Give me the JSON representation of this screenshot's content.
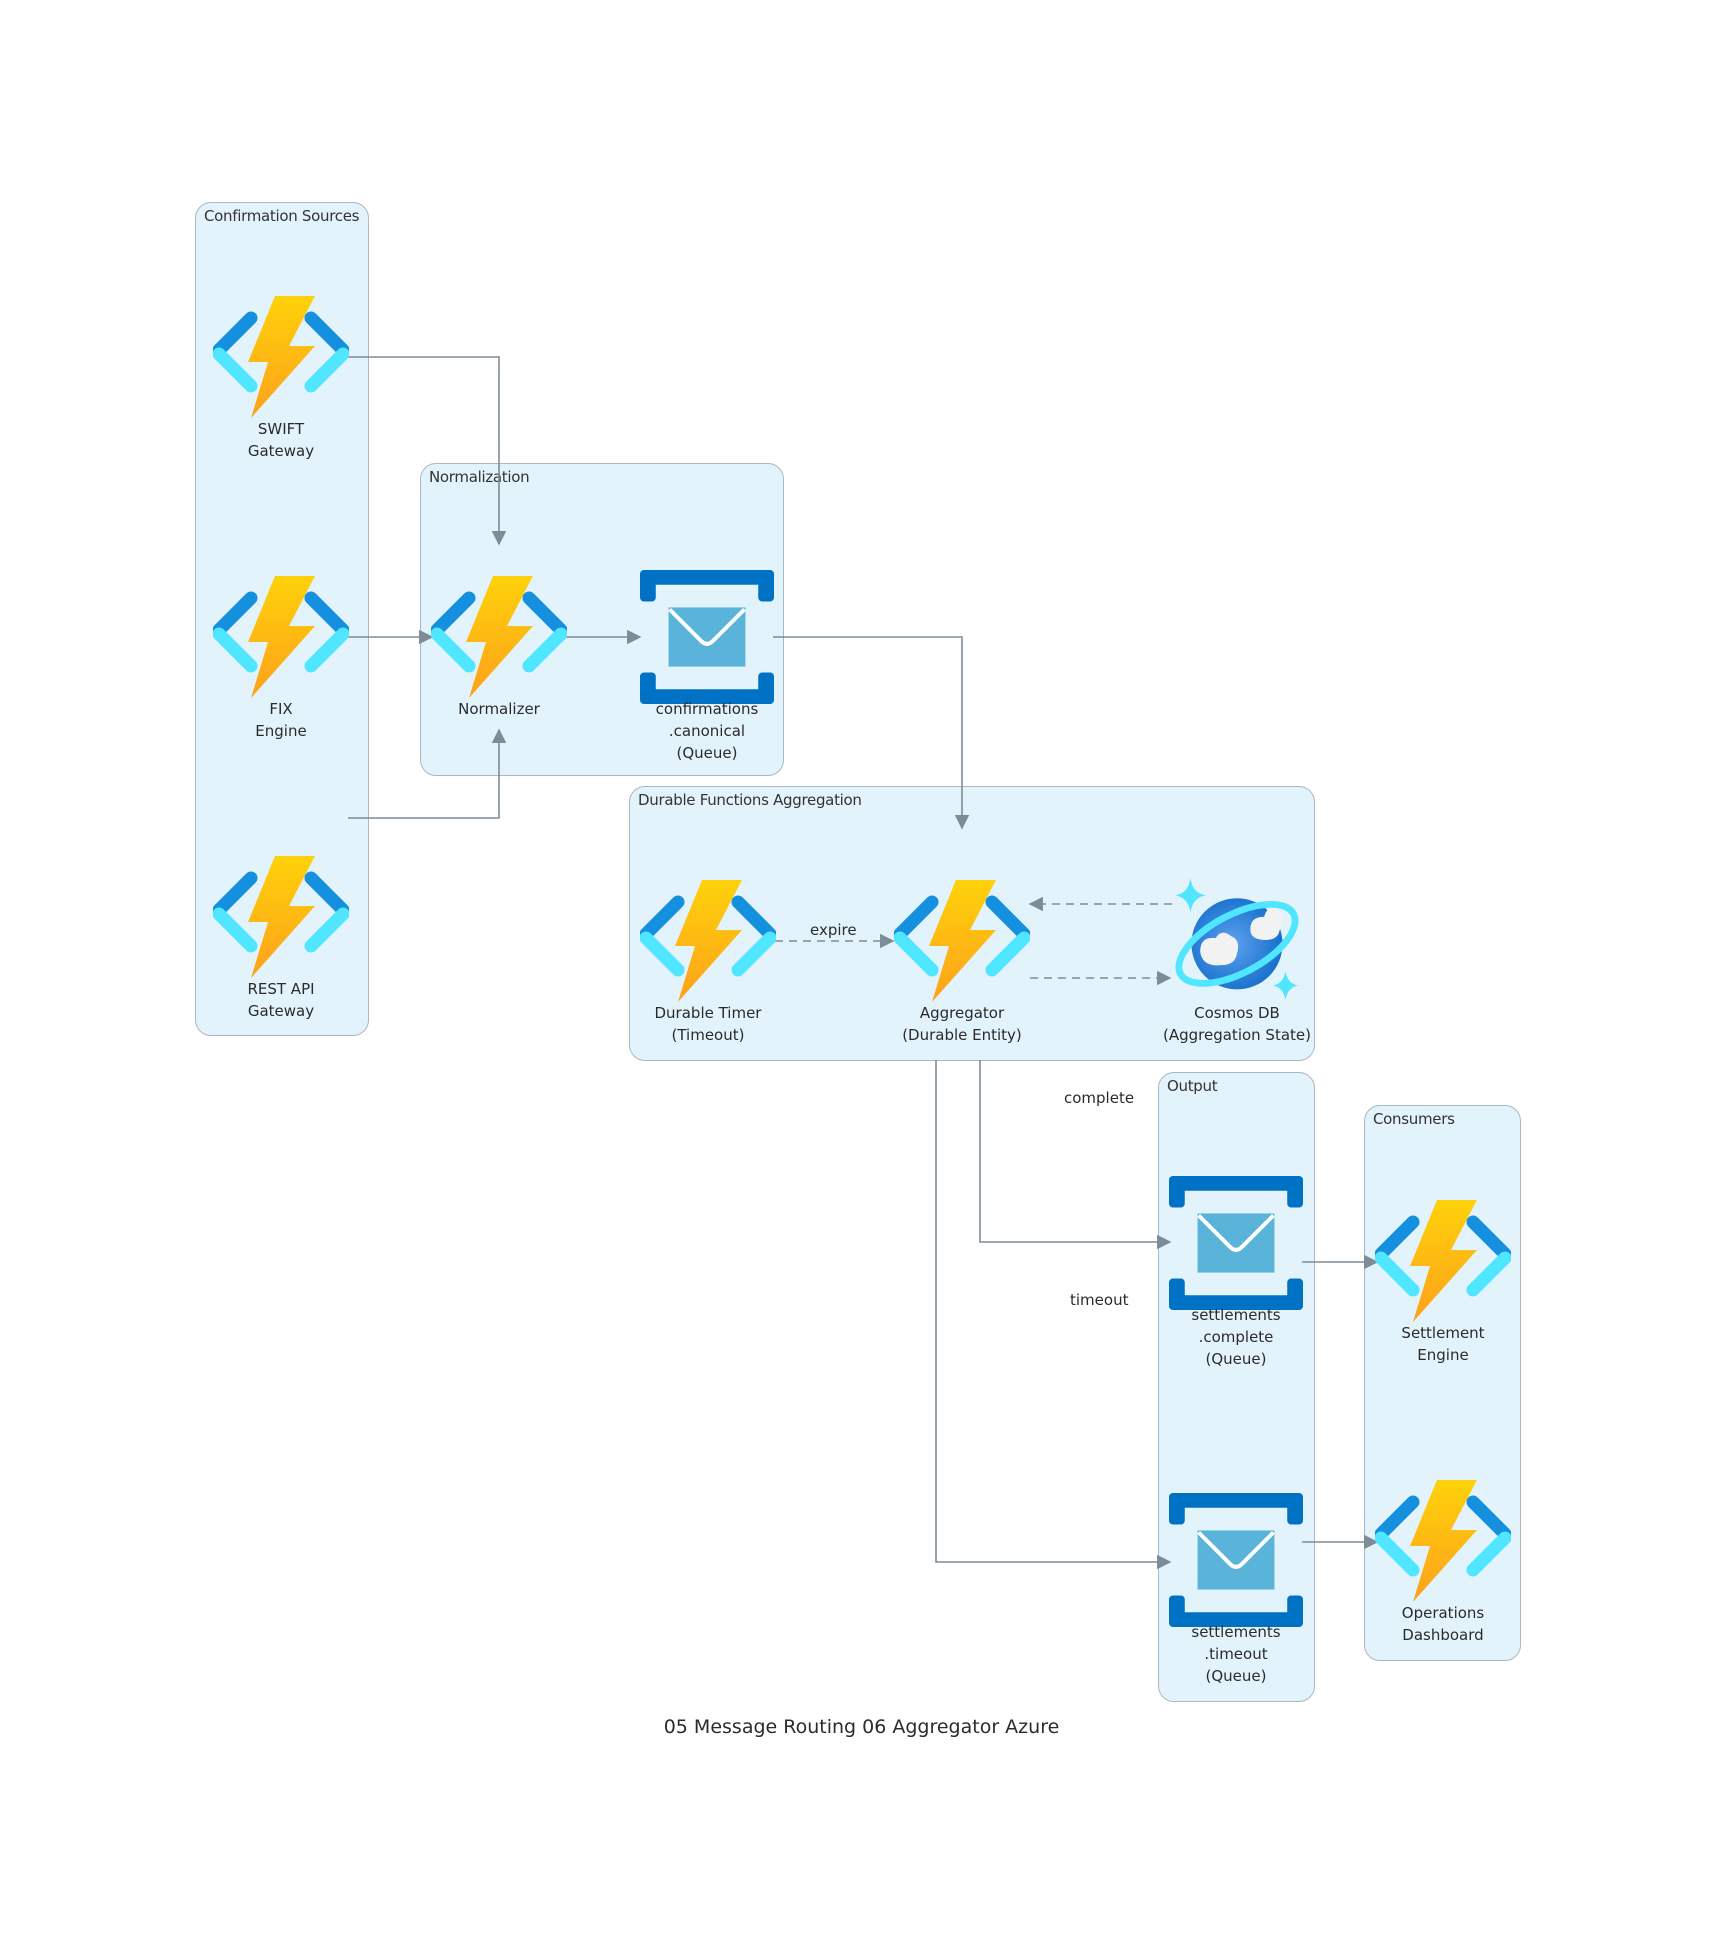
{
  "title": "05 Message Routing 06 Aggregator Azure",
  "colors": {
    "cluster_fill": "#e3f3fb",
    "cluster_border": "#a9b8c4",
    "edge": "#7f8b96",
    "function_bracket_dark": "#1490df",
    "function_bracket_light": "#50e6ff",
    "bolt_top": "#fed20a",
    "bolt_bottom": "#fea11b",
    "queue_bracket": "#0072c6",
    "queue_envelope": "#5ab4da",
    "cosmos_globe": "#1b7cd6",
    "cosmos_ring": "#50e6ff"
  },
  "clusters": {
    "sources": "Confirmation Sources",
    "normalization": "Normalization",
    "aggregation": "Durable Functions Aggregation",
    "output": "Output",
    "consumers": "Consumers"
  },
  "nodes": {
    "swift": {
      "label": "SWIFT\nGateway",
      "icon": "azure-function-icon"
    },
    "fix": {
      "label": "FIX\nEngine",
      "icon": "azure-function-icon"
    },
    "rest": {
      "label": "REST API\nGateway",
      "icon": "azure-function-icon"
    },
    "normalizer": {
      "label": "Normalizer",
      "icon": "azure-function-icon"
    },
    "canonical_queue": {
      "label": "confirmations\n.canonical\n(Queue)",
      "icon": "storage-queue-icon"
    },
    "timer": {
      "label": "Durable Timer\n(Timeout)",
      "icon": "azure-function-icon"
    },
    "aggregator": {
      "label": "Aggregator\n(Durable Entity)",
      "icon": "azure-function-icon"
    },
    "cosmos": {
      "label": "Cosmos DB\n(Aggregation State)",
      "icon": "cosmos-db-icon"
    },
    "complete_queue": {
      "label": "settlements\n.complete\n(Queue)",
      "icon": "storage-queue-icon"
    },
    "timeout_queue": {
      "label": "settlements\n.timeout\n(Queue)",
      "icon": "storage-queue-icon"
    },
    "settlement_engine": {
      "label": "Settlement\nEngine",
      "icon": "azure-function-icon"
    },
    "ops_dashboard": {
      "label": "Operations\nDashboard",
      "icon": "azure-function-icon"
    }
  },
  "edges": [
    {
      "from": "swift",
      "to": "normalizer",
      "label": "",
      "style": "solid"
    },
    {
      "from": "fix",
      "to": "normalizer",
      "label": "",
      "style": "solid"
    },
    {
      "from": "rest",
      "to": "normalizer",
      "label": "",
      "style": "solid"
    },
    {
      "from": "normalizer",
      "to": "canonical_queue",
      "label": "",
      "style": "solid"
    },
    {
      "from": "canonical_queue",
      "to": "aggregator",
      "label": "",
      "style": "solid"
    },
    {
      "from": "timer",
      "to": "aggregator",
      "label": "expire",
      "style": "dashed"
    },
    {
      "from": "cosmos",
      "to": "aggregator",
      "label": "",
      "style": "dashed"
    },
    {
      "from": "aggregator",
      "to": "cosmos",
      "label": "",
      "style": "dashed"
    },
    {
      "from": "aggregator",
      "to": "complete_queue",
      "label": "complete",
      "style": "solid"
    },
    {
      "from": "aggregator",
      "to": "timeout_queue",
      "label": "timeout",
      "style": "solid"
    },
    {
      "from": "complete_queue",
      "to": "settlement_engine",
      "label": "",
      "style": "solid"
    },
    {
      "from": "timeout_queue",
      "to": "ops_dashboard",
      "label": "",
      "style": "solid"
    }
  ]
}
